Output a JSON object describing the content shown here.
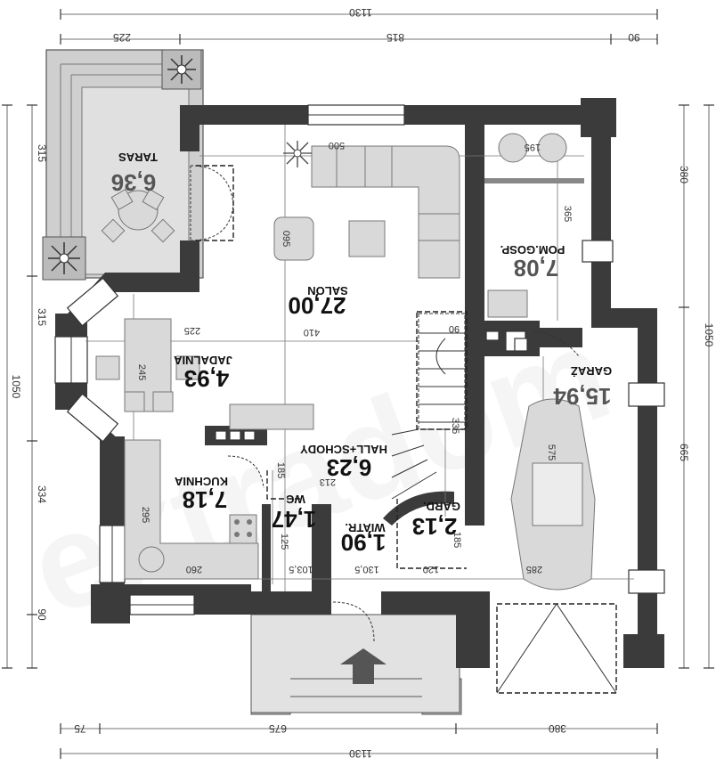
{
  "dimensions": {
    "top_total": "1130",
    "top_left": "225",
    "top_mid": "815",
    "top_right": "90",
    "bottom_total": "1130",
    "bottom_left": "75",
    "bottom_mid": "675",
    "bottom_right": "380",
    "left_total": "1050",
    "left_a": "315",
    "left_b": "315",
    "left_c": "334",
    "left_d": "90",
    "right_total": "1050",
    "right_a": "380",
    "right_b": "665"
  },
  "rooms": {
    "taras": {
      "name": "TARAS",
      "area": "6,36"
    },
    "salon": {
      "name": "SALON",
      "area": "27,00"
    },
    "jadalnia": {
      "name": "JADALNIA",
      "area": "4,93"
    },
    "kuchnia": {
      "name": "KUCHNIA",
      "area": "7,18"
    },
    "hall": {
      "name": "HALL+SCHODY",
      "area": "6,23"
    },
    "wc": {
      "name": "WC",
      "area": "1,47"
    },
    "wiatr": {
      "name": "WIATR.",
      "area": "1,90"
    },
    "gard": {
      "name": "GARD.",
      "area": "2,13"
    },
    "pomgosp": {
      "name": "POM.GOSP.",
      "area": "7,08"
    },
    "garaz": {
      "name": "GARAŻ",
      "area": "15,94"
    }
  },
  "inner_dims": {
    "salon_w": "500",
    "salon_w2": "410",
    "salon_h": "095",
    "jad_w": "225",
    "jad_h": "245",
    "kuch_w": "260",
    "kuch_h": "295",
    "wc_h": "185",
    "wc_w2": "125",
    "wc_b": "103,5",
    "wiatr_w": "130,5",
    "gard_w": "120",
    "gard_h": "185",
    "hall_w": "213",
    "hall_h": "335",
    "hall_s": "90",
    "pom_w": "195",
    "pom_h": "365",
    "gar_h": "575",
    "gar_w": "285"
  },
  "watermark": "extradom"
}
